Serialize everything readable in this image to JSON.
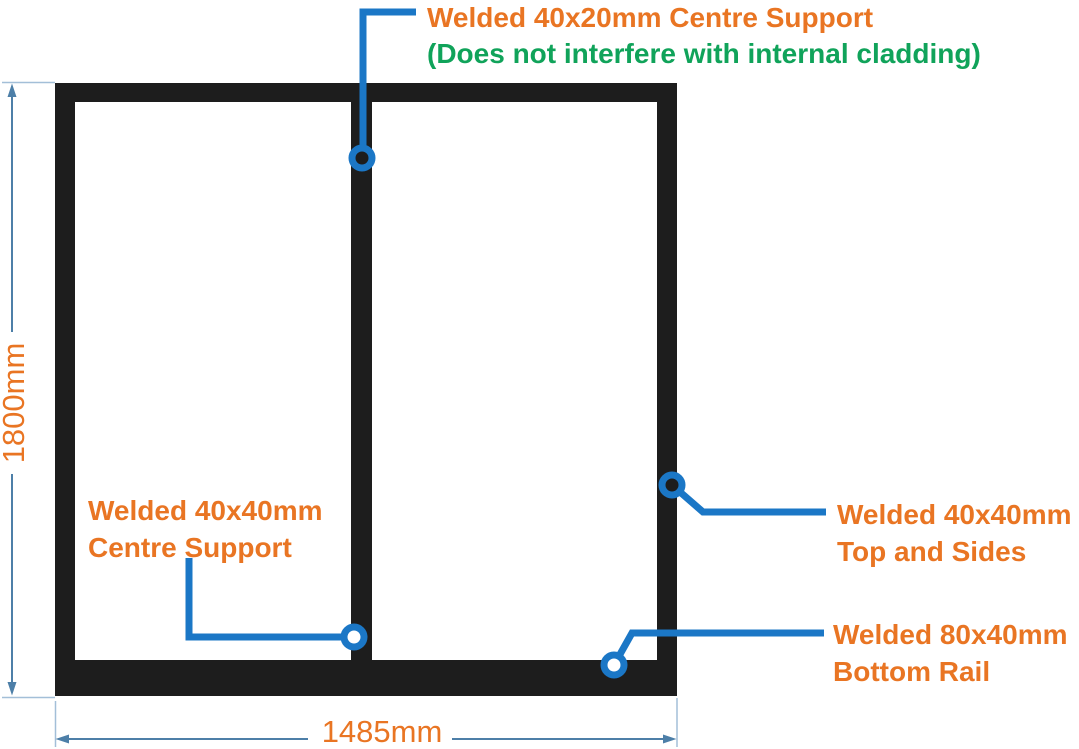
{
  "colors": {
    "orange": "#E97523",
    "green": "#10A35A",
    "leader_blue": "#1B77C6",
    "dimension_blue": "#4D7FA8",
    "extension_blue": "#A3BFD8",
    "frame_black": "#1D1D1D"
  },
  "annotations": {
    "centre_support_top": {
      "line1": "Welded 40x20mm Centre Support",
      "line2": "(Does not interfere with internal cladding)"
    },
    "centre_support": {
      "line1": "Welded 40x40mm",
      "line2": "Centre Support"
    },
    "top_and_sides": {
      "line1": "Welded 40x40mm",
      "line2": "Top and Sides"
    },
    "bottom_rail": {
      "line1": "Welded 80x40mm",
      "line2": "Bottom Rail"
    }
  },
  "dimensions": {
    "height": "1800mm",
    "width": "1485mm"
  }
}
